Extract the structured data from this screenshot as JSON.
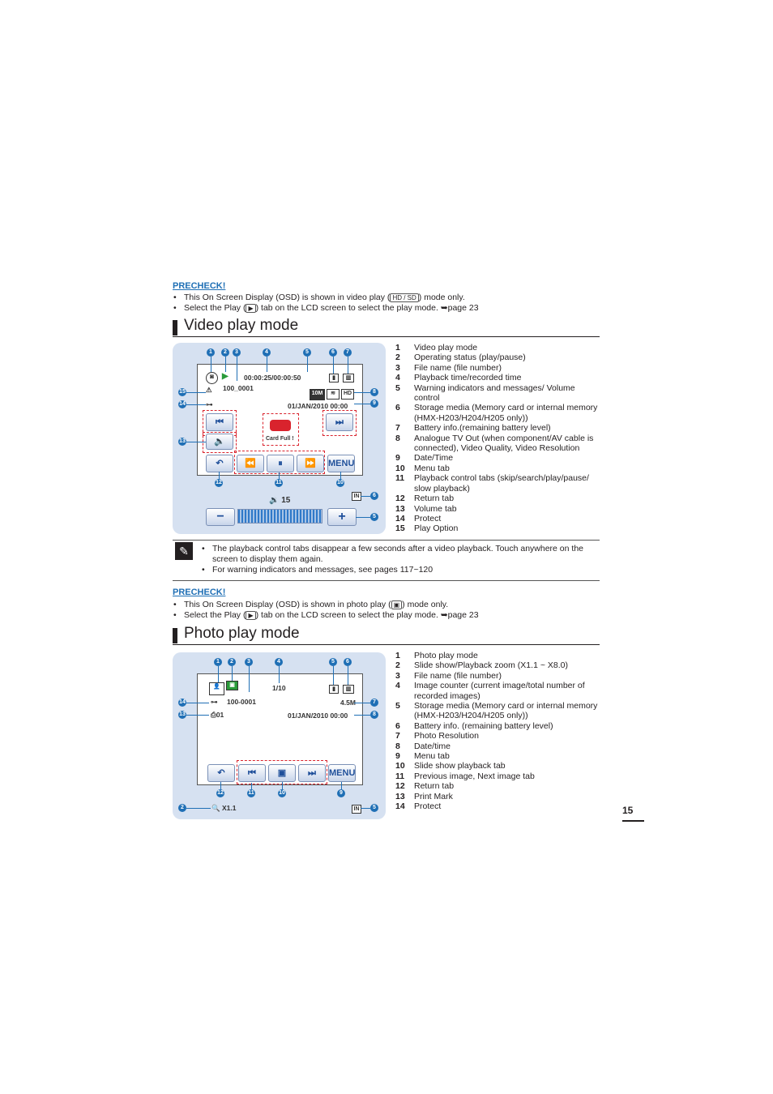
{
  "precheck_label": "PRECHECK!",
  "video_precheck": {
    "line1_a": "This On Screen Display (OSD) is shown in video play (",
    "line1_icons": "HD / SD",
    "line1_b": ") mode only.",
    "line2_a": "Select the Play (",
    "line2_b": ") tab on the LCD screen to select the play mode. ➥page 23"
  },
  "video_title": "Video play mode",
  "video_osd": {
    "time": "00:00:25/00:00:50",
    "file": "100_0001",
    "date": "01/JAN/2010 00:00",
    "warning": "Card Full !",
    "volume": "15",
    "menu": "MENU",
    "callouts": [
      "1",
      "2",
      "3",
      "4",
      "5",
      "6",
      "7",
      "8",
      "9",
      "10",
      "11",
      "12",
      "13",
      "14",
      "15"
    ]
  },
  "video_list": [
    {
      "n": "1",
      "t": "Video play mode"
    },
    {
      "n": "2",
      "t": "Operating status (play/pause)"
    },
    {
      "n": "3",
      "t": "File name (file number)"
    },
    {
      "n": "4",
      "t": "Playback time/recorded time"
    },
    {
      "n": "5",
      "t": "Warning indicators and messages/ Volume control"
    },
    {
      "n": "6",
      "t": "Storage media (Memory card or internal memory (HMX-H203/H204/H205 only))"
    },
    {
      "n": "7",
      "t": "Battery info.(remaining battery level)"
    },
    {
      "n": "8",
      "t": "Analogue TV Out (when component/AV cable is connected), Video Quality, Video Resolution"
    },
    {
      "n": "9",
      "t": "Date/Time"
    },
    {
      "n": "10",
      "t": "Menu tab"
    },
    {
      "n": "11",
      "t": "Playback control tabs (skip/search/play/pause/ slow playback)"
    },
    {
      "n": "12",
      "t": "Return tab"
    },
    {
      "n": "13",
      "t": "Volume tab"
    },
    {
      "n": "14",
      "t": "Protect"
    },
    {
      "n": "15",
      "t": "Play Option"
    }
  ],
  "note": {
    "line1": "The playback control tabs disappear a few seconds after a video playback. Touch anywhere on the screen to display them again.",
    "line2": "For warning indicators and messages, see pages 117~120"
  },
  "photo_precheck": {
    "line1_a": "This On Screen Display (OSD) is shown in photo play (",
    "line1_b": ") mode only.",
    "line2_a": "Select the Play (",
    "line2_b": ") tab on the LCD screen to select the play mode. ➥page 23"
  },
  "photo_title": "Photo play mode",
  "photo_osd": {
    "counter": "1/10",
    "file": "100-0001",
    "resolution": "4.5M",
    "print": "01",
    "date": "01/JAN/2010 00:00",
    "zoom": "X1.1",
    "menu": "MENU"
  },
  "photo_list": [
    {
      "n": "1",
      "t": "Photo play mode"
    },
    {
      "n": "2",
      "t": "Slide show/Playback zoom (X1.1 ~ X8.0)"
    },
    {
      "n": "3",
      "t": "File name (file number)"
    },
    {
      "n": "4",
      "t": "Image counter (current image/total number of recorded images)"
    },
    {
      "n": "5",
      "t": "Storage media (Memory card or internal memory (HMX-H203/H204/H205 only))"
    },
    {
      "n": "6",
      "t": "Battery info. (remaining battery level)"
    },
    {
      "n": "7",
      "t": "Photo Resolution"
    },
    {
      "n": "8",
      "t": "Date/time"
    },
    {
      "n": "9",
      "t": "Menu tab"
    },
    {
      "n": "10",
      "t": "Slide show playback tab"
    },
    {
      "n": "11",
      "t": "Previous image, Next image tab"
    },
    {
      "n": "12",
      "t": "Return tab"
    },
    {
      "n": "13",
      "t": "Print Mark"
    },
    {
      "n": "14",
      "t": "Protect"
    }
  ],
  "page_number": "15"
}
